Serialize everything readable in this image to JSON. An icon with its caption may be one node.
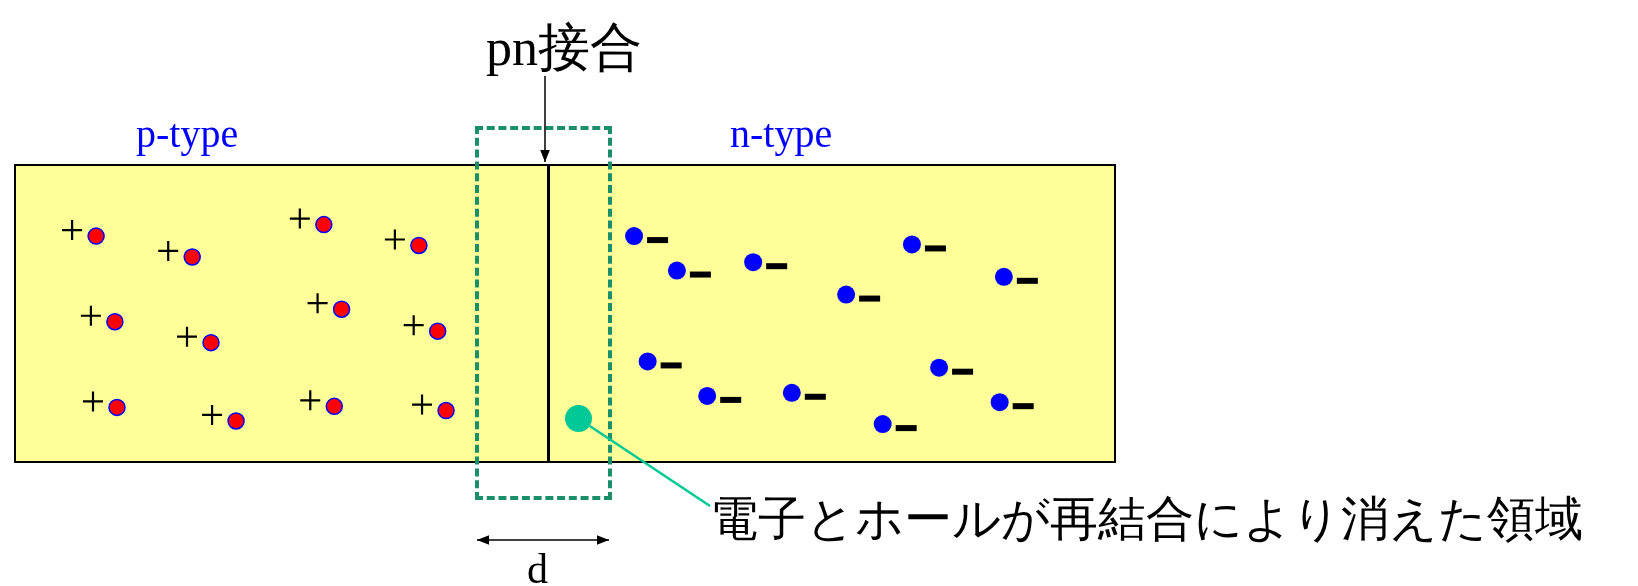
{
  "diagram": {
    "nodes": [
      {
        "text": [
          "p-type"
        ]
      },
      {
        "text": [
          "n-type"
        ]
      },
      {
        "text": [
          "pn接合"
        ]
      },
      {
        "text": [],
        "shape": "box"
      },
      {
        "text": [],
        "shape": "circle"
      },
      {
        "text": [
          "電子とホールが再結合により消えた領域"
        ]
      }
    ],
    "edges": [
      {
        "from": 2,
        "to": 3,
        "arrow": "to"
      },
      {
        "from": 5,
        "to": 4,
        "arrow": "none",
        "color": "#00c896"
      }
    ],
    "labels": [
      "d"
    ]
  }
}
